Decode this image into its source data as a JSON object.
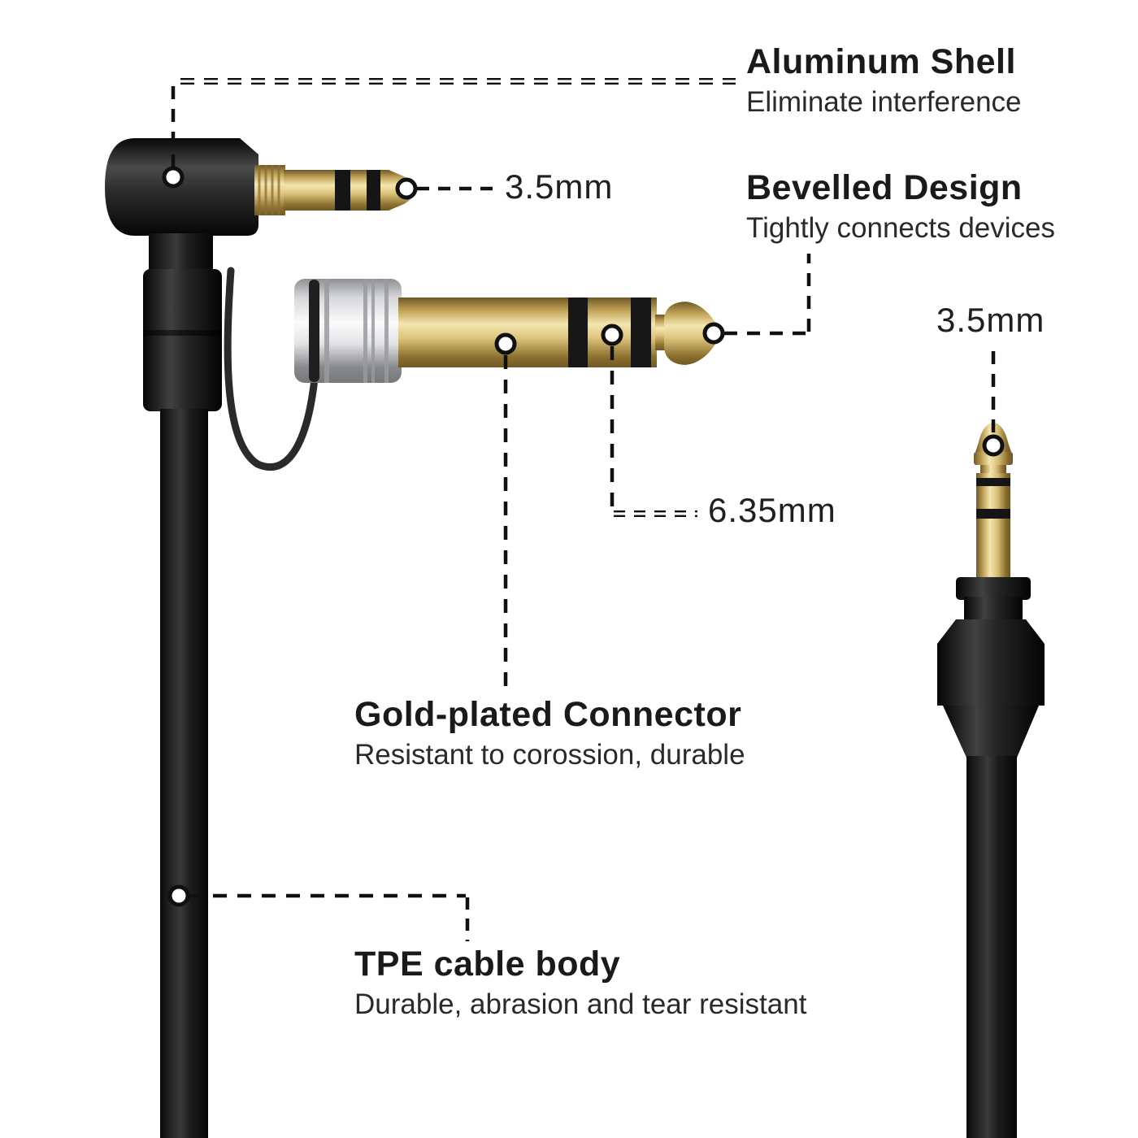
{
  "callouts": {
    "aluminum_shell": {
      "title": "Aluminum Shell",
      "subtitle": "Eliminate interference"
    },
    "bevelled_design": {
      "title": "Bevelled Design",
      "subtitle": "Tightly connects devices"
    },
    "gold_plated_connector": {
      "title": "Gold-plated Connector",
      "subtitle": "Resistant to corossion, durable"
    },
    "tpe_cable_body": {
      "title": "TPE cable body",
      "subtitle": "Durable, abrasion and tear resistant"
    }
  },
  "size_labels": {
    "top_plug": "3.5mm",
    "adapter": "6.35mm",
    "right_plug": "3.5mm"
  },
  "colors": {
    "background": "#ffffff",
    "text": "#1a1a1a",
    "callout_line": "#101010",
    "gold": "#c9a84c",
    "gold_highlight": "#f4e6b0",
    "silver": "#d9dadb",
    "black_part": "#141414"
  }
}
